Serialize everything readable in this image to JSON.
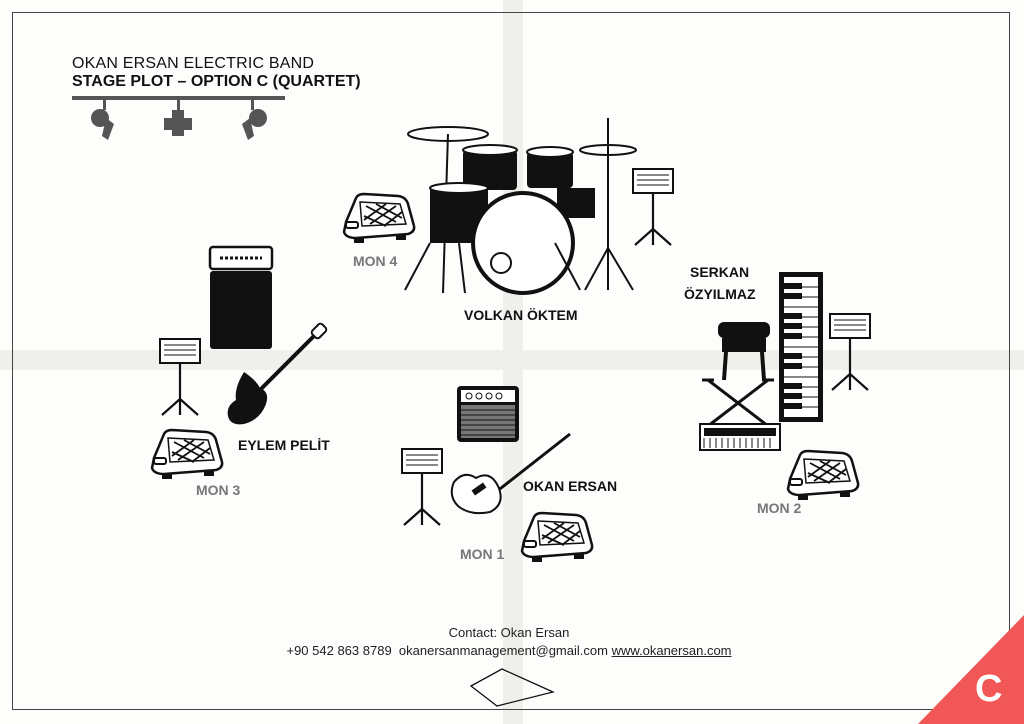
{
  "header": {
    "title": "OKAN ERSAN ELECTRIC BAND",
    "subtitle": "STAGE PLOT – OPTION C (QUARTET)"
  },
  "performers": {
    "drums": "VOLKAN ÖKTEM",
    "bass": "EYLEM PELİT",
    "guitar": "OKAN ERSAN",
    "keys_line1": "SERKAN",
    "keys_line2": "ÖZYILMAZ"
  },
  "monitors": {
    "mon1": "MON 1",
    "mon2": "MON 2",
    "mon3": "MON 3",
    "mon4": "MON 4"
  },
  "footer": {
    "contact": "Contact: Okan Ersan",
    "phone": "+90 542 863 8789",
    "email": "okanersanmanagement@gmail.com",
    "website": "www.okanersan.com"
  },
  "corner_badge": "C",
  "colors": {
    "accent": "#f25757",
    "ink": "#111111",
    "gray": "#555555"
  }
}
